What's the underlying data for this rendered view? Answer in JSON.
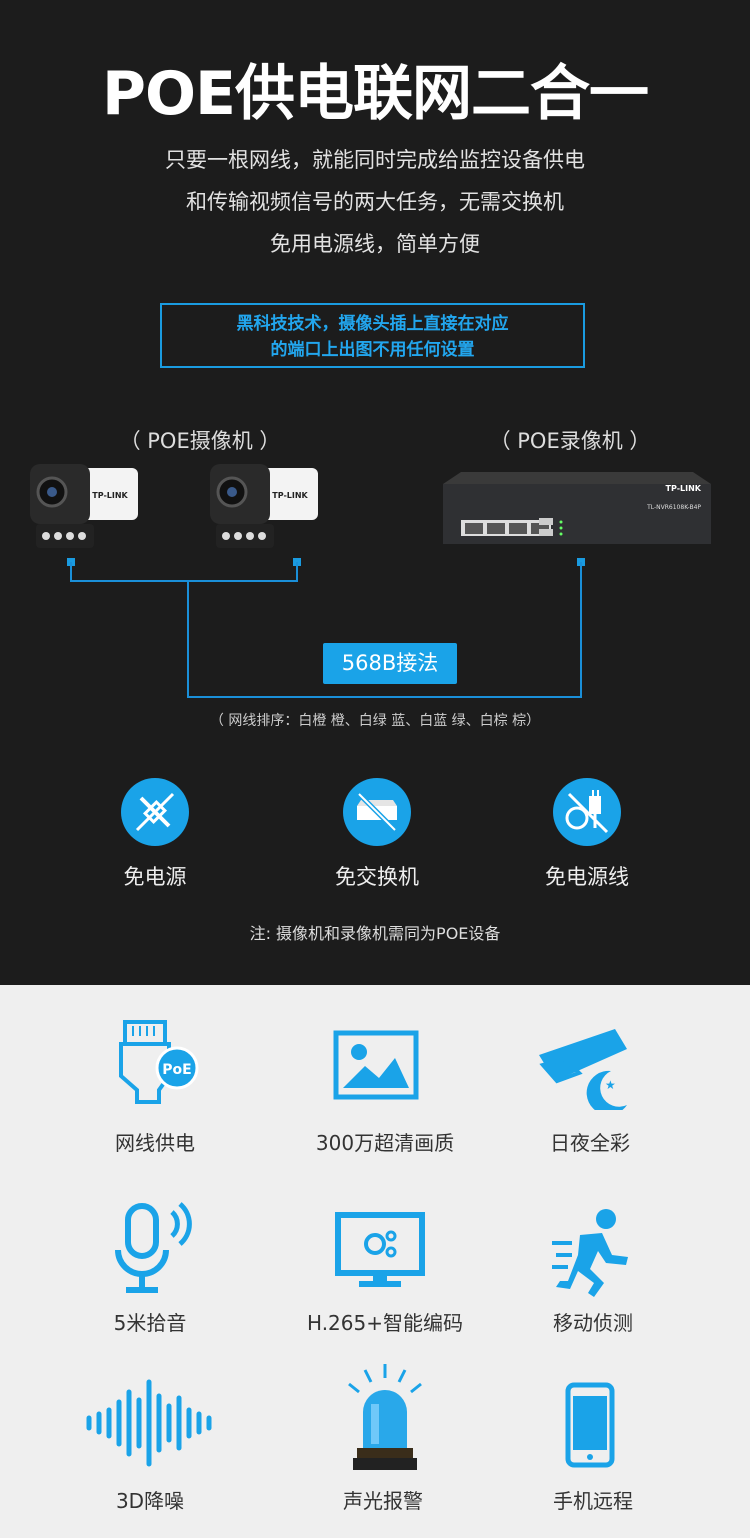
{
  "title": "POE供电联网二合一",
  "subtitle": [
    "只要一根网线，就能同时完成给监控设备供电",
    "和传输视频信号的两大任务，无需交换机",
    "免用电源线，简单方便"
  ],
  "highlight": [
    "黑科技技术，摄像头插上直接在对应",
    "的端口上出图不用任何设置"
  ],
  "camera_label": "（ POE摄像机 ）",
  "nvr_label": "（ POE录像机 ）",
  "camera_brand": "TP-LINK",
  "nvr": {
    "brand": "TP-LINK",
    "model": "TL-NVR6108K-B4P"
  },
  "wiring_label": "568B接法",
  "wiring_sequence": "（ 网线排序：白橙 橙、白绿 蓝、白蓝 绿、白棕 棕）",
  "benefits": [
    {
      "label": "免电源",
      "icon": "no-power-icon"
    },
    {
      "label": "免交换机",
      "icon": "no-switch-icon"
    },
    {
      "label": "免电源线",
      "icon": "no-power-cable-icon"
    }
  ],
  "note": "注: 摄像机和录像机需同为POE设备",
  "features": [
    {
      "label": "网线供电",
      "icon": "poe-cable-icon"
    },
    {
      "label": "300万超清画质",
      "icon": "image-icon"
    },
    {
      "label": "日夜全彩",
      "icon": "camera-night-icon"
    },
    {
      "label": "5米拾音",
      "icon": "microphone-icon"
    },
    {
      "label": "H.265+智能编码",
      "icon": "monitor-icon"
    },
    {
      "label": "移动侦测",
      "icon": "running-person-icon"
    },
    {
      "label": "3D降噪",
      "icon": "sound-wave-icon"
    },
    {
      "label": "声光报警",
      "icon": "alarm-light-icon"
    },
    {
      "label": "手机远程",
      "icon": "smartphone-icon"
    }
  ],
  "poe_badge": "PoE",
  "colors": {
    "accent": "#1aa3e8",
    "dark_bg": "#1c1c1c",
    "light_bg": "#efefef"
  }
}
